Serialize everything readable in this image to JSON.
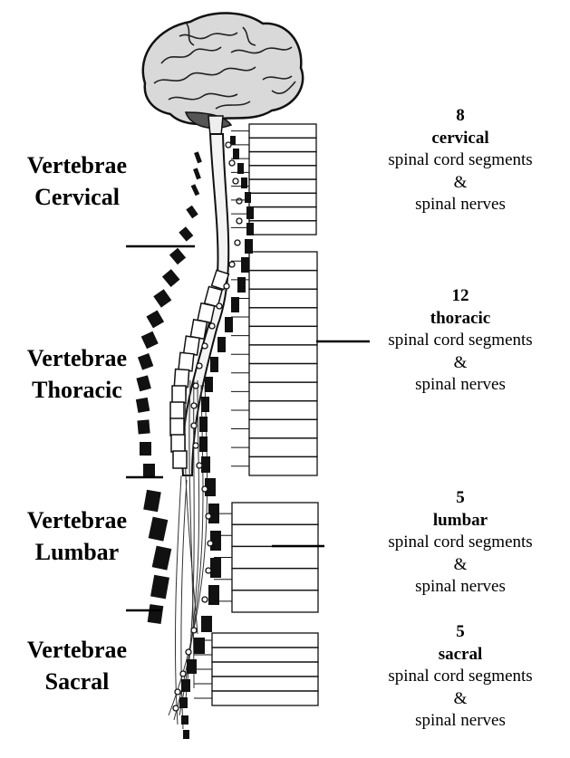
{
  "vertebrae_labels": [
    {
      "line1": "Vertebrae",
      "line2": "Cervical"
    },
    {
      "line1": "Vertebrae",
      "line2": "Thoracic"
    },
    {
      "line1": "Vertebrae",
      "line2": "Lumbar"
    },
    {
      "line1": "Vertebrae",
      "line2": "Sacral"
    }
  ],
  "segment_groups": [
    {
      "count": "8",
      "region": "cervical",
      "line_a": "spinal cord segments",
      "amp": "&",
      "line_b": "spinal nerves"
    },
    {
      "count": "12",
      "region": "thoracic",
      "line_a": "spinal cord segments",
      "amp": "&",
      "line_b": "spinal nerves"
    },
    {
      "count": "5",
      "region": "lumbar",
      "line_a": "spinal cord segments",
      "amp": "&",
      "line_b": "spinal nerves"
    },
    {
      "count": "5",
      "region": "sacral",
      "line_a": "spinal cord segments",
      "amp": "&",
      "line_b": "spinal nerves"
    }
  ]
}
